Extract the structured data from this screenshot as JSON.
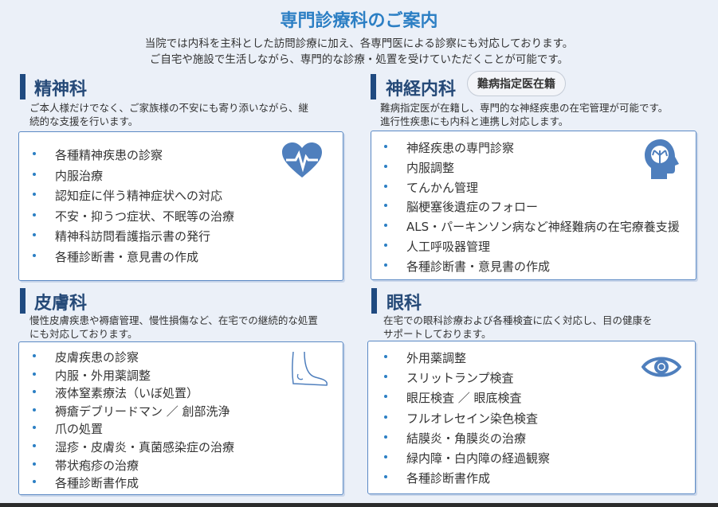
{
  "header": {
    "title": "専門診療科のご案内",
    "intro": [
      "当院では内科を主科とした訪問診療に加え、各専門医による診察にも対応しております。",
      "ご自宅や施設で生活しながら、専門的な診療・処置を受けていただくことが可能です。"
    ]
  },
  "psychiatry": {
    "title": "精神科",
    "icon": "heart-pulse-icon",
    "desc": [
      "ご本人様だけでなく、ご家族様の不安にも寄り添いながら、継",
      "続的な支援を行います。"
    ],
    "items": [
      "各種精神疾患の診察",
      "内服治療",
      "認知症に伴う精神症状への対応",
      "不安・抑うつ症状、不眠等の治療",
      "精神科訪問看護指示書の発行",
      "各種診断書・意見書の作成"
    ]
  },
  "neurology": {
    "title": "神経内科",
    "badge": "難病指定医在籍",
    "icon": "brain-head-icon",
    "desc": [
      "難病指定医が在籍し、専門的な神経疾患の在宅管理が可能です。",
      "進行性疾患にも内科と連携し対応します。"
    ],
    "items": [
      "神経疾患の専門診察",
      "内服調整",
      "てんかん管理",
      "脳梗塞後遺症のフォロー",
      "ALS・パーキンソン病など神経難病の在宅療養支援",
      "人工呼吸器管理",
      "各種診断書・意見書の作成"
    ]
  },
  "dermatology": {
    "title": "皮膚科",
    "icon": "foot-icon",
    "desc": [
      "慢性皮膚疾患や褥瘡管理、慢性損傷など、在宅での継続的な処置",
      "にも対応しております。"
    ],
    "items": [
      "皮膚疾患の診察",
      "内服・外用薬調整",
      "液体窒素療法（いぼ処置）",
      "褥瘡デブリードマン ／ 創部洗浄",
      "爪の処置",
      "湿疹・皮膚炎・真菌感染症の治療",
      "帯状疱疹の治療",
      "各種診断書作成"
    ]
  },
  "ophthalmology": {
    "title": "眼科",
    "icon": "eye-icon",
    "desc": [
      "在宅での眼科診療および各種検査に広く対応し、目の健康を",
      "サポートしております。"
    ],
    "items": [
      "外用薬調整",
      "スリットランプ検査",
      "眼圧検査 ／ 眼底検査",
      "フルオレセイン染色検査",
      "結膜炎・角膜炎の治療",
      "緑内障・白内障の経過観察",
      "各種診断書作成"
    ]
  },
  "colors": {
    "accent": "#2c7fc4",
    "heading": "#264a78",
    "icon": "#4f7fbd"
  }
}
